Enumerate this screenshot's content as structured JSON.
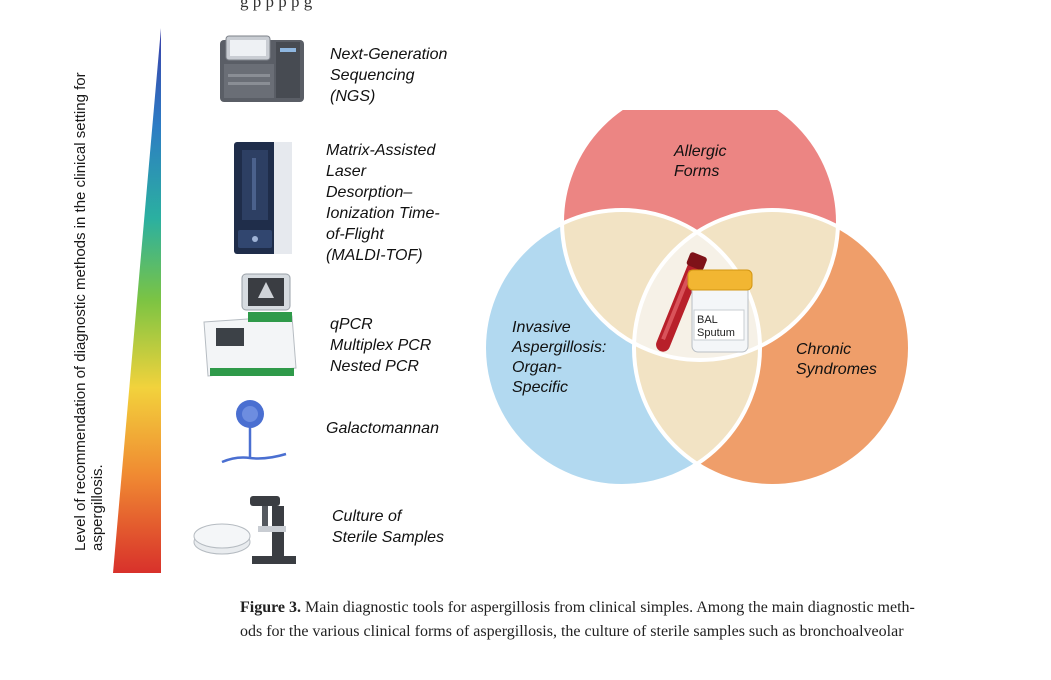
{
  "page": {
    "top_text_fragment": "g           p                   p         p       p                       g"
  },
  "axis": {
    "label": "Level of recommendation of diagnostic methods in the clinical setting for aspergillosis."
  },
  "tools": [
    {
      "lines": [
        "Next-Generation",
        "Sequencing",
        "(NGS)"
      ],
      "icon": "sequencer-icon"
    },
    {
      "lines": [
        "Matrix-Assisted",
        "Laser",
        "Desorption–",
        "Ionization Time-",
        "of-Flight",
        "(MALDI-TOF)"
      ],
      "icon": "mass-spectrometer-icon"
    },
    {
      "lines": [
        "qPCR",
        "Multiplex PCR",
        "Nested PCR"
      ],
      "icon": "pcr-machine-icon"
    },
    {
      "lines": [
        "Galactomannan"
      ],
      "icon": "fungus-icon"
    },
    {
      "lines": [
        "Culture of",
        "Sterile Samples"
      ],
      "icon": "microscope-icon"
    }
  ],
  "venn": {
    "top": {
      "lines": [
        "Allergic",
        "Forms"
      ],
      "color": "#ec8583"
    },
    "left": {
      "lines": [
        "Invasive",
        "Aspergillosis:",
        "Organ-",
        "Specific"
      ],
      "color": "#b2d9f0"
    },
    "right": {
      "lines": [
        "Chronic",
        "Syndromes"
      ],
      "color": "#ef9e6a"
    },
    "overlap_color": "#f2e3c4",
    "center_color": "#f6f1e7",
    "specimen_label": [
      "BAL",
      "Sputum"
    ]
  },
  "caption": {
    "figure_label": "Figure 3.",
    "line1": "Main diagnostic tools for aspergillosis from clinical simples. Among the main diagnostic meth-",
    "line2": "ods for the various clinical forms of aspergillosis, the culture of sterile samples such as bronchoalveolar"
  }
}
